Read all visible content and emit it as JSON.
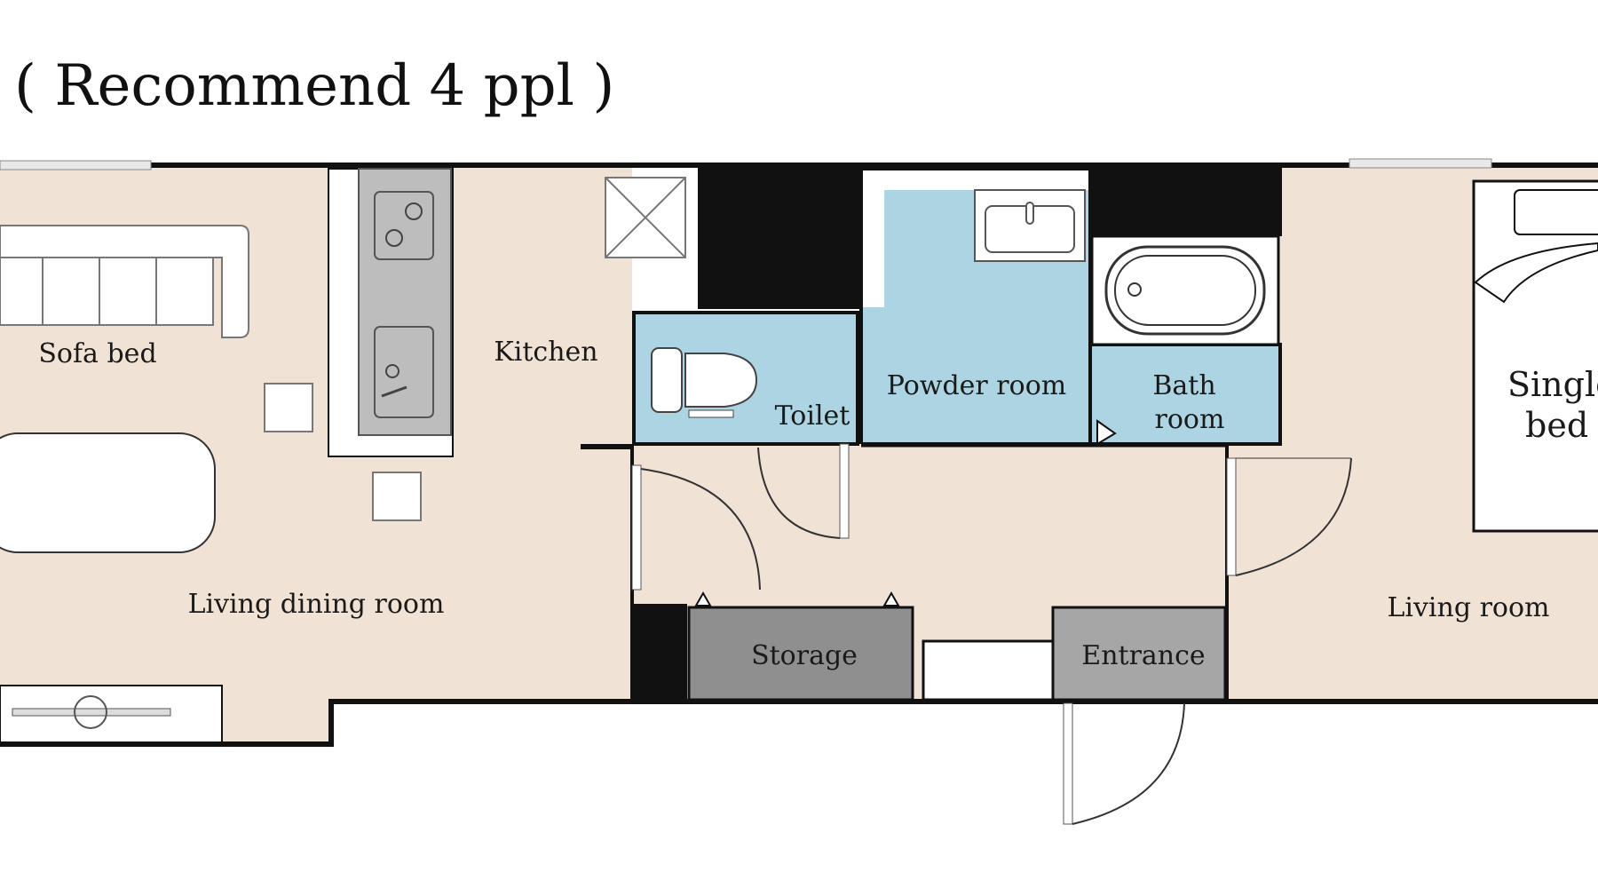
{
  "title": "( Recommend 4 ppl )",
  "colors": {
    "floor": "#f1e2d6",
    "wet_area": "#add4e3",
    "wall": "#111111",
    "storage": "#8f8f8f",
    "entrance": "#a6a6a6",
    "counter": "#bdbdbd",
    "furniture": "#ffffff"
  },
  "rooms": {
    "sofa_bed": "Sofa bed",
    "kitchen": "Kitchen",
    "toilet": "Toilet",
    "powder_room": "Powder room",
    "bath_room_line1": "Bath",
    "bath_room_line2": "room",
    "single_bed_line1": "Single",
    "single_bed_line2": "bed",
    "living_dining_room": "Living dining room",
    "storage": "Storage",
    "entrance": "Entrance",
    "living_room": "Living room"
  },
  "icons": [
    "sofa-icon",
    "stove-icon",
    "sink-icon",
    "toilet-icon",
    "washbasin-icon",
    "bathtub-icon",
    "bed-icon",
    "door-icon",
    "table-icon",
    "stool-icon",
    "tv-stand-icon",
    "ventilation-shaft-icon"
  ]
}
